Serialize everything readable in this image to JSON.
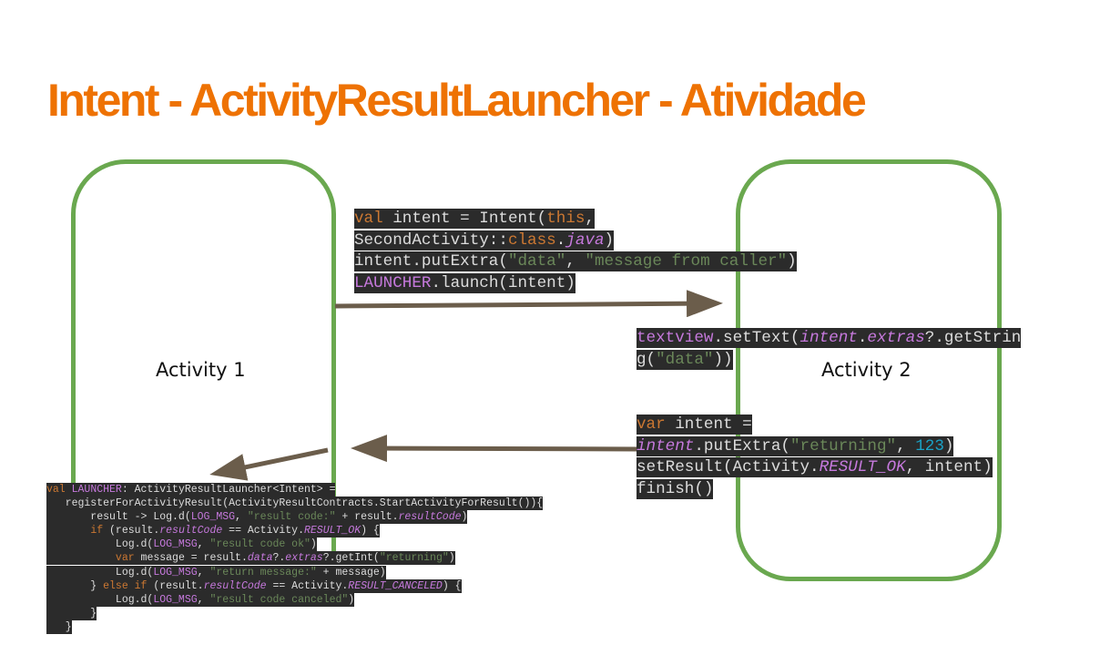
{
  "title": "Intent - ActivityResultLauncher - Atividade",
  "activity1_label": "Activity 1",
  "activity2_label": "Activity 2",
  "colors": {
    "title": "#ee7203",
    "phone_border": "#6aa84f",
    "arrow": "#6b5d4b",
    "code_bg": "#2b2b2b"
  },
  "code_launch": [
    [
      {
        "t": "val",
        "c": "kw"
      },
      {
        "t": " intent = Intent("
      },
      {
        "t": "this",
        "c": "kw"
      },
      {
        "t": ","
      }
    ],
    [
      {
        "t": "SecondActivity::"
      },
      {
        "t": "class",
        "c": "kw"
      },
      {
        "t": "."
      },
      {
        "t": "java",
        "c": "pur it"
      },
      {
        "t": ")"
      }
    ],
    [
      {
        "t": "intent.putExtra("
      },
      {
        "t": "\"data\"",
        "c": "str"
      },
      {
        "t": ", "
      },
      {
        "t": "\"message from caller\"",
        "c": "str"
      },
      {
        "t": ")"
      }
    ],
    [
      {
        "t": "LAUNCHER",
        "c": "pur"
      },
      {
        "t": ".launch(intent)"
      }
    ]
  ],
  "code_settext": [
    [
      {
        "t": "textview",
        "c": "pur"
      },
      {
        "t": ".setText("
      },
      {
        "t": "intent",
        "c": "pur it"
      },
      {
        "t": "."
      },
      {
        "t": "extras",
        "c": "pur it"
      },
      {
        "t": "?.getStrin"
      }
    ],
    [
      {
        "t": "g("
      },
      {
        "t": "\"data\"",
        "c": "str"
      },
      {
        "t": "))"
      }
    ]
  ],
  "code_return": [
    [
      {
        "t": "var",
        "c": "kw"
      },
      {
        "t": " intent ="
      }
    ],
    [
      {
        "t": "intent",
        "c": "pur it"
      },
      {
        "t": ".putExtra("
      },
      {
        "t": "\"returning\"",
        "c": "str"
      },
      {
        "t": ", "
      },
      {
        "t": "123",
        "c": "num"
      },
      {
        "t": ")"
      }
    ],
    [
      {
        "t": "setResult(Activity."
      },
      {
        "t": "RESULT_OK",
        "c": "pur it"
      },
      {
        "t": ", intent)"
      }
    ],
    [
      {
        "t": "finish()"
      }
    ]
  ],
  "code_launcher": [
    [
      {
        "t": "val",
        "c": "kw"
      },
      {
        "t": " "
      },
      {
        "t": "LAUNCHER",
        "c": "pur"
      },
      {
        "t": ": ActivityResultLauncher<Intent> ="
      }
    ],
    [
      {
        "t": "   registerForActivityResult(ActivityResultContracts.StartActivityForResult()){"
      }
    ],
    [
      {
        "t": "       result -> Log.d("
      },
      {
        "t": "LOG_MSG",
        "c": "pur"
      },
      {
        "t": ", "
      },
      {
        "t": "\"result code:\"",
        "c": "str"
      },
      {
        "t": " + result."
      },
      {
        "t": "resultCode",
        "c": "pur it"
      },
      {
        "t": ")"
      }
    ],
    [
      {
        "t": "       "
      },
      {
        "t": "if",
        "c": "kw"
      },
      {
        "t": " (result."
      },
      {
        "t": "resultCode",
        "c": "pur it"
      },
      {
        "t": " == Activity."
      },
      {
        "t": "RESULT_OK",
        "c": "pur it"
      },
      {
        "t": ") {"
      }
    ],
    [
      {
        "t": "           Log.d("
      },
      {
        "t": "LOG_MSG",
        "c": "pur"
      },
      {
        "t": ", "
      },
      {
        "t": "\"result code ok\"",
        "c": "str"
      },
      {
        "t": ")"
      }
    ],
    [
      {
        "t": "           "
      },
      {
        "t": "var",
        "c": "kw"
      },
      {
        "t": " message = result."
      },
      {
        "t": "data",
        "c": "pur it"
      },
      {
        "t": "?."
      },
      {
        "t": "extras",
        "c": "pur it"
      },
      {
        "t": "?.getInt("
      },
      {
        "t": "\"returning\"",
        "c": "str"
      },
      {
        "t": ")"
      }
    ],
    [
      {
        "t": "           Log.d("
      },
      {
        "t": "LOG_MSG",
        "c": "pur"
      },
      {
        "t": ", "
      },
      {
        "t": "\"return message:\"",
        "c": "str"
      },
      {
        "t": " + message)"
      }
    ],
    [
      {
        "t": "       } "
      },
      {
        "t": "else if",
        "c": "kw"
      },
      {
        "t": " (result."
      },
      {
        "t": "resultCode",
        "c": "pur it"
      },
      {
        "t": " == Activity."
      },
      {
        "t": "RESULT_CANCELED",
        "c": "pur it"
      },
      {
        "t": ") {"
      }
    ],
    [
      {
        "t": "           Log.d("
      },
      {
        "t": "LOG_MSG",
        "c": "pur"
      },
      {
        "t": ", "
      },
      {
        "t": "\"result code canceled\"",
        "c": "str"
      },
      {
        "t": ")"
      }
    ],
    [
      {
        "t": "       }"
      }
    ],
    [
      {
        "t": "   }"
      }
    ]
  ]
}
